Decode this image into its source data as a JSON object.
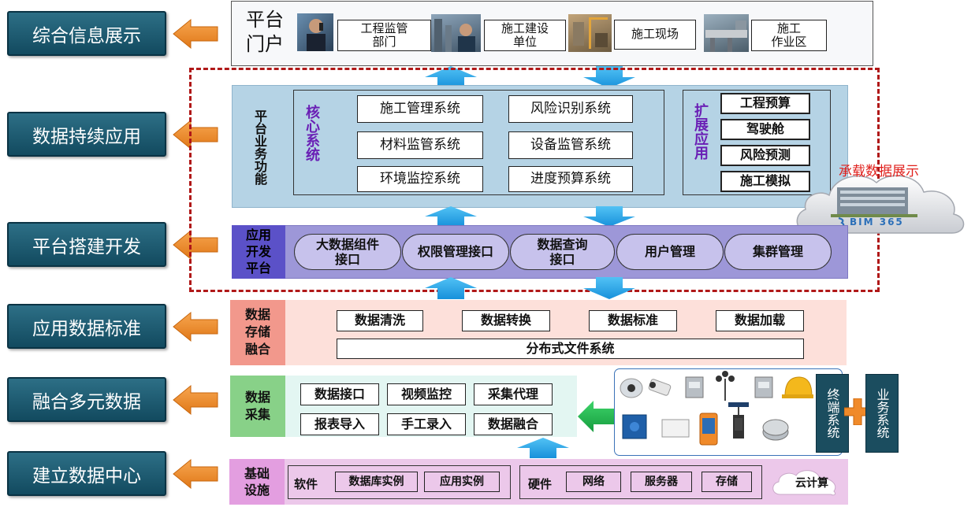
{
  "side_labels": [
    "综合信息展示",
    "数据持续应用",
    "平台搭建开发",
    "应用数据标准",
    "融合多元数据",
    "建立数据中心"
  ],
  "portal": {
    "title": "平台\n门户",
    "items": [
      "工程监管\n部门",
      "施工建设\n单位",
      "施工现场",
      "施工\n作业区"
    ]
  },
  "business": {
    "label": "平台业务功能",
    "core_label": "核心系统",
    "core_items": [
      "施工管理系统",
      "风险识别系统",
      "材料监管系统",
      "设备监管系统",
      "环境监控系统",
      "进度预算系统"
    ],
    "ext_label": "扩展应用",
    "ext_items": [
      "工程预算",
      "驾驶舱",
      "风险预测",
      "施工模拟"
    ]
  },
  "cloud": {
    "caption": "承载数据展示",
    "logo_text": "BIM 365"
  },
  "dev_platform": {
    "label": "应用\n开发\n平台",
    "items": [
      "大数据组件\n接口",
      "权限管理接口",
      "数据查询\n接口",
      "用户管理",
      "集群管理"
    ]
  },
  "storage": {
    "label": "数据\n存储\n融合",
    "items": [
      "数据清洗",
      "数据转换",
      "数据标准",
      "数据加载"
    ],
    "bottom": "分布式文件系统"
  },
  "collect": {
    "label": "数据\n采集",
    "items": [
      "数据接口",
      "视频监控",
      "采集代理",
      "报表导入",
      "手工录入",
      "数据融合"
    ]
  },
  "devices": {
    "terminal": "终端系统",
    "business": "业务系统"
  },
  "infra": {
    "label": "基础\n设施",
    "software": "软件",
    "software_items": [
      "数据库实例",
      "应用实例"
    ],
    "hardware": "硬件",
    "hardware_items": [
      "网络",
      "服务器",
      "存储"
    ],
    "cloud": "云计算"
  },
  "colors": {
    "teal": "#1b5a70",
    "arrow_orange": "#ee8a2a",
    "arrow_blue": "#1da0e6",
    "dash_red": "#b01818",
    "business_bg": "#b5d3e5",
    "dev_bg": "#9d97d8",
    "storage_bg": "#fde0da",
    "storage_label": "#f2988c",
    "collect_bg": "#e3f6f2",
    "collect_label": "#88d188",
    "infra_bg": "#ecc8ea"
  }
}
